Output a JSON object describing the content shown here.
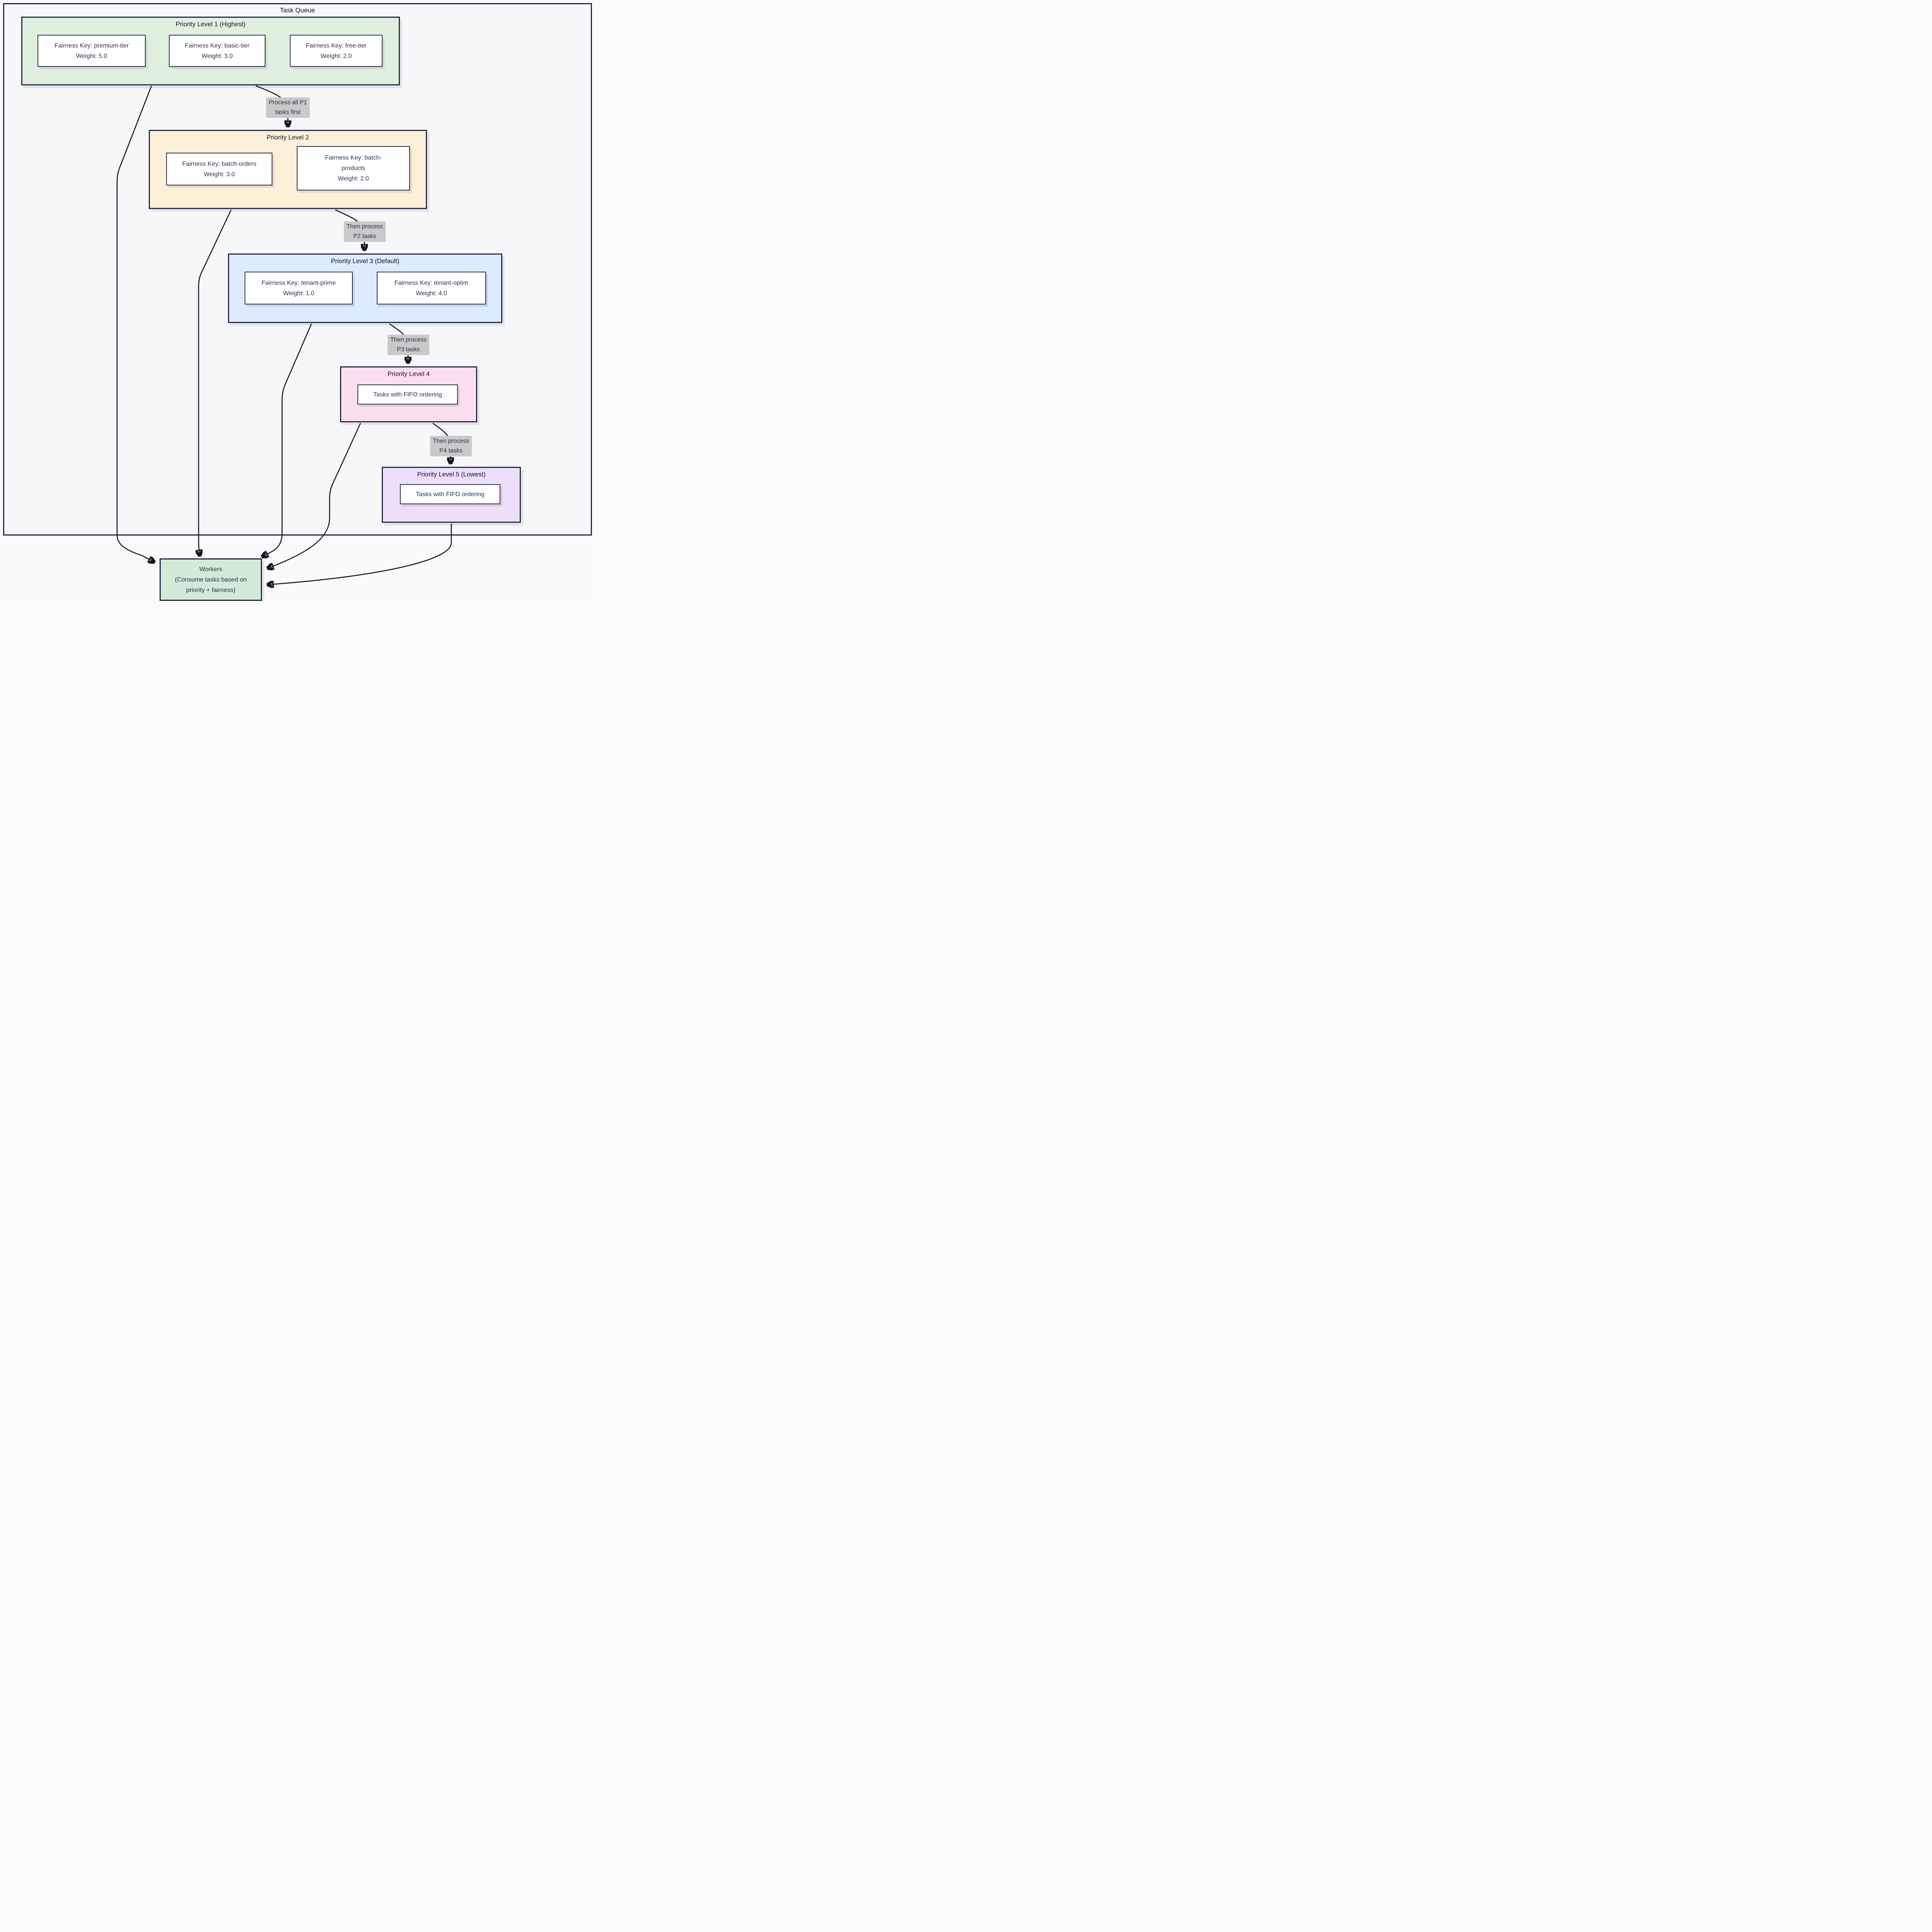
{
  "diagram_title": "Task Queue",
  "groups": {
    "p1": {
      "title": "Priority Level 1 (Highest)",
      "fill": "#dff0e0",
      "nodes": {
        "premium": {
          "line1": "Fairness Key: premium-tier",
          "line2": "Weight: 5.0"
        },
        "basic": {
          "line1": "Fairness Key: basic-tier",
          "line2": "Weight: 3.0"
        },
        "free": {
          "line1": "Fairness Key: free-tier",
          "line2": "Weight: 2.0"
        }
      }
    },
    "p2": {
      "title": "Priority Level 2",
      "fill": "#fdf0d8",
      "nodes": {
        "orders": {
          "line1": "Fairness Key: batch-orders",
          "line2": "Weight: 3.0"
        },
        "products": {
          "line1": "Fairness Key: batch-",
          "line2": "products",
          "line3": "Weight: 2.0"
        }
      }
    },
    "p3": {
      "title": "Priority Level 3 (Default)",
      "fill": "#dcebfd",
      "nodes": {
        "prime": {
          "line1": "Fairness Key: tenant-prime",
          "line2": "Weight: 1.0"
        },
        "optim": {
          "line1": "Fairness Key: tenant-optim",
          "line2": "Weight: 4.0"
        }
      }
    },
    "p4": {
      "title": "Priority Level 4",
      "fill": "#fbdfee",
      "nodes": {
        "fifo": {
          "line1": "Tasks with FIFO ordering"
        }
      }
    },
    "p5": {
      "title": "Priority Level 5 (Lowest)",
      "fill": "#ecdffa",
      "nodes": {
        "fifo": {
          "line1": "Tasks with FIFO ordering"
        }
      }
    }
  },
  "edge_labels": {
    "p1p2": {
      "line1": "Process all P1",
      "line2": "tasks first"
    },
    "p2p3": {
      "line1": "Then process",
      "line2": "P2 tasks"
    },
    "p3p4": {
      "line1": "Then process",
      "line2": "P3 tasks"
    },
    "p4p5": {
      "line1": "Then process",
      "line2": "P4 tasks"
    }
  },
  "workers": {
    "line1": "Workers",
    "line2": "(Consume tasks based on",
    "line3": "priority + fairness)",
    "fill": "#d4ead9"
  },
  "colors": {
    "border": "#262640",
    "edge": "#16161e",
    "label_bg": "#c9c9c9",
    "text": "#2e2e4c",
    "frame_fill": "#f6f7f9"
  }
}
